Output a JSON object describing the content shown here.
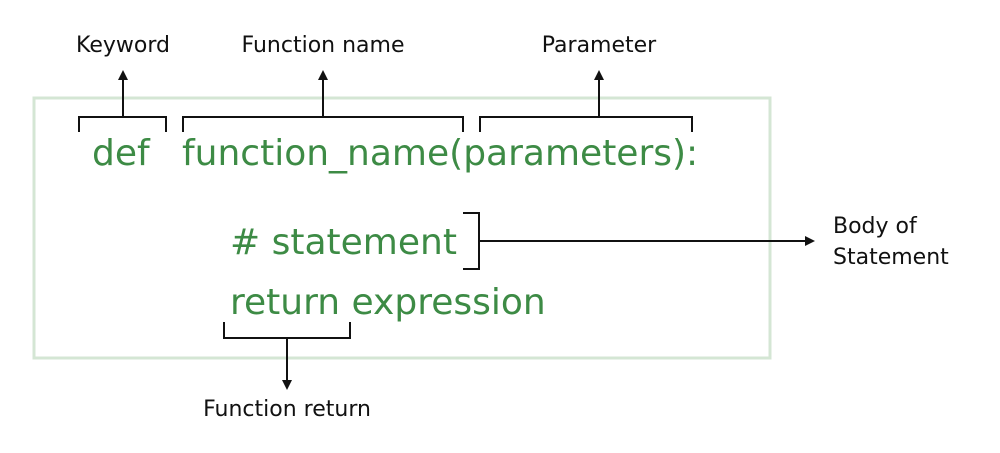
{
  "colors": {
    "code_text": "#3d8b45",
    "box_border": "#d4e6d4",
    "annotation": "#111111",
    "background": "#ffffff"
  },
  "code": {
    "keyword": "def",
    "signature": "function_name(parameters):",
    "statement": "# statement",
    "return_line": "return expression"
  },
  "labels": {
    "keyword": "Keyword",
    "function_name": "Function name",
    "parameter": "Parameter",
    "body_line1": "Body of",
    "body_line2": "Statement",
    "function_return": "Function return"
  }
}
